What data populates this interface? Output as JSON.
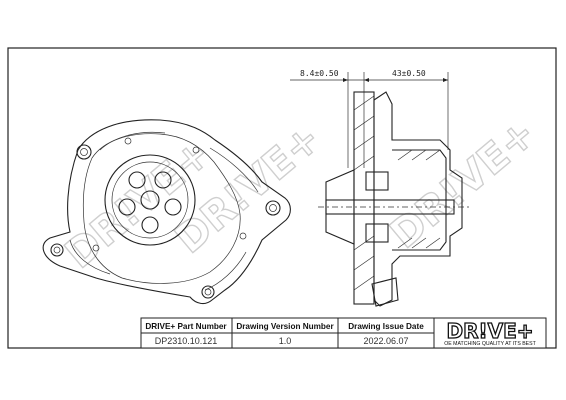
{
  "dimensions": {
    "left": "8.4±0.50",
    "right": "43±0.50"
  },
  "watermark": {
    "text": "DR!VE+"
  },
  "title_block": {
    "part_number_label": "DRIVE+ Part Number",
    "version_label": "Drawing Version Number",
    "issue_date_label": "Drawing Issue Date",
    "part_number": "DP2310.10.121",
    "version": "1.0",
    "issue_date": "2022.06.07",
    "brand": "DR!VE+",
    "tagline": "OE MATCHING QUALITY AT ITS BEST"
  },
  "colors": {
    "brand_red": "#d8232a",
    "line": "#222222",
    "watermark": "#cfcfcf"
  }
}
